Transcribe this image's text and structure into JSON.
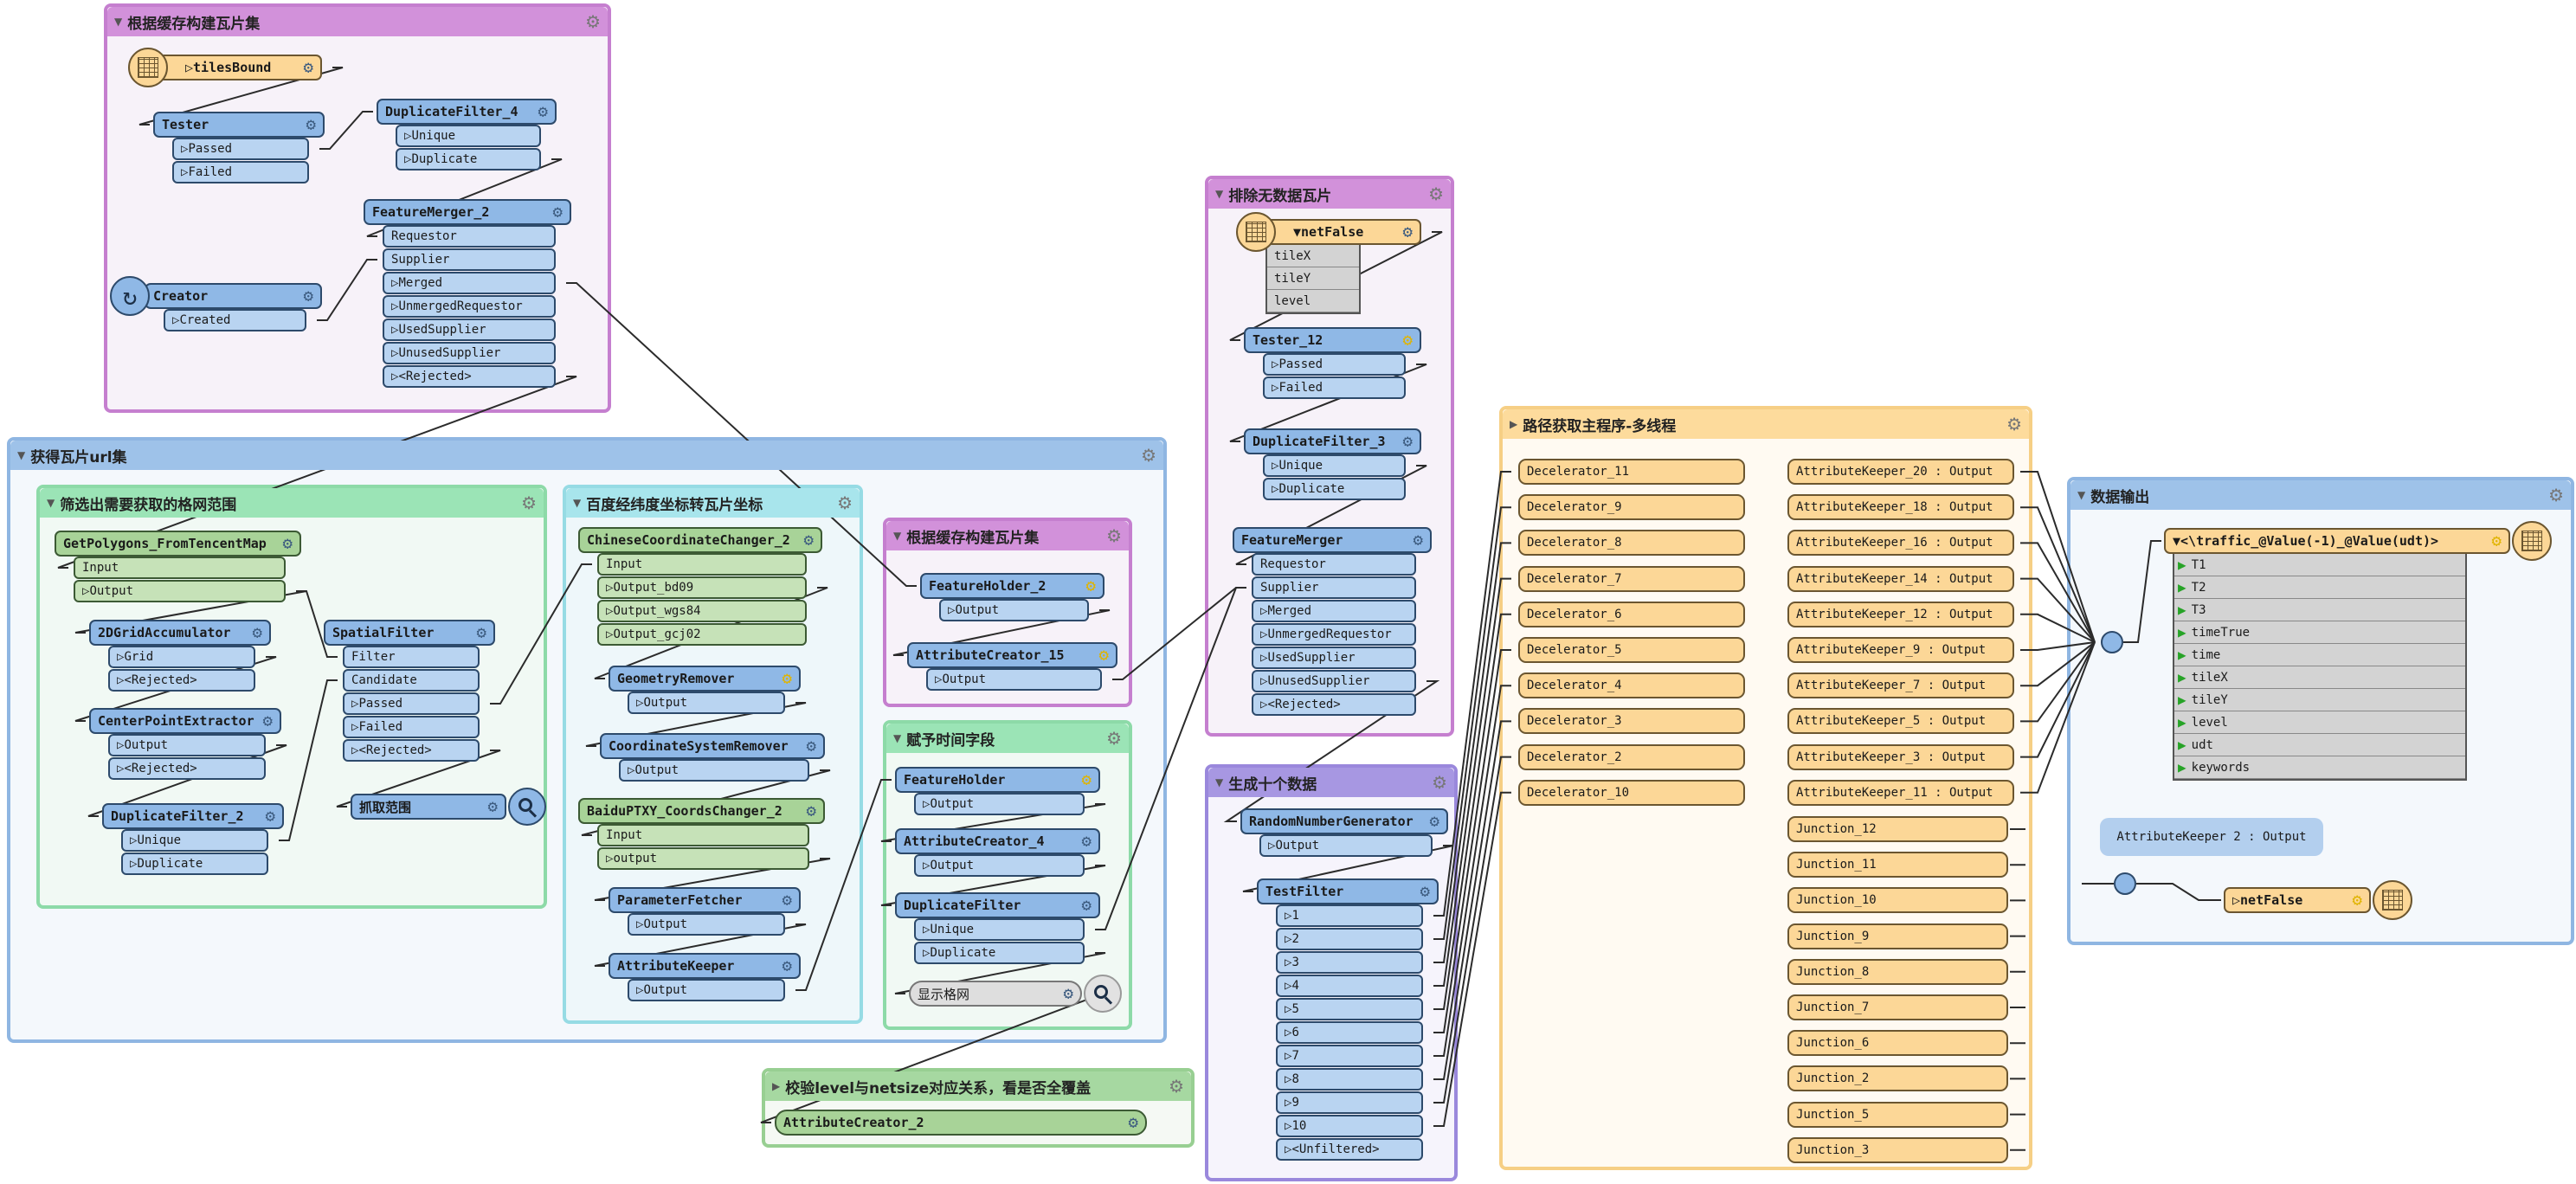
{
  "bookmarks": [
    {
      "title": "根据缓存构建瓦片集",
      "header": "#d291da",
      "border": "#c57fcf",
      "body": "#f7f2f9",
      "expanded": true
    },
    {
      "title": "获得瓦片url集",
      "header": "#9ec2e9",
      "border": "#8fb6e2",
      "body": "#f4f8fc",
      "expanded": true
    },
    {
      "title": "筛选出需要获取的格网范围",
      "header": "#9be4b6",
      "border": "#8ddaa8",
      "body": "#f1f9f4",
      "expanded": true
    },
    {
      "title": "百度经纬度坐标转瓦片坐标",
      "header": "#a8e5ec",
      "border": "#96dbe4",
      "body": "#eef7fa",
      "expanded": true
    },
    {
      "title": "根据缓存构建瓦片集",
      "header": "#d291da",
      "border": "#c57fcf",
      "body": "#f7f2f9",
      "expanded": true
    },
    {
      "title": "赋予时间字段",
      "header": "#9be4b6",
      "border": "#8ddaa8",
      "body": "#f1f9f4",
      "expanded": true
    },
    {
      "title": "校验level与netsize对应关系，看是否全覆盖",
      "header": "#a6d8a1",
      "border": "#98cf92",
      "body": "#f5f9f4",
      "expanded": false
    },
    {
      "title": "排除无数据瓦片",
      "header": "#d291da",
      "border": "#c57fcf",
      "body": "#f7f2f9",
      "expanded": true
    },
    {
      "title": "生成十个数据",
      "header": "#a797e2",
      "border": "#9a88dc",
      "body": "#f6f4fc",
      "expanded": true
    },
    {
      "title": "路径获取主程序-多线程",
      "header": "#fddb9c",
      "border": "#f6cf85",
      "body": "#fffaf2",
      "expanded": false
    },
    {
      "title": "数据输出",
      "header": "#9ec2e9",
      "border": "#8fb6e2",
      "body": "#f4f8fc",
      "expanded": true
    }
  ],
  "transformers": [
    {
      "name": "tilesBound",
      "kind": "reader",
      "ports": []
    },
    {
      "name": "Tester",
      "kind": "blue",
      "ports": [
        {
          "label": "Passed",
          "dir": "out"
        },
        {
          "label": "Failed",
          "dir": "out"
        }
      ]
    },
    {
      "name": "DuplicateFilter_4",
      "kind": "blue",
      "ports": [
        {
          "label": "Unique",
          "dir": "out"
        },
        {
          "label": "Duplicate",
          "dir": "out"
        }
      ]
    },
    {
      "name": "FeatureMerger_2",
      "kind": "blue",
      "ports": [
        {
          "label": "Requestor",
          "dir": "in"
        },
        {
          "label": "Supplier",
          "dir": "in"
        },
        {
          "label": "Merged",
          "dir": "out"
        },
        {
          "label": "UnmergedRequestor",
          "dir": "out"
        },
        {
          "label": "UsedSupplier",
          "dir": "out"
        },
        {
          "label": "UnusedSupplier",
          "dir": "out"
        },
        {
          "label": "<Rejected>",
          "dir": "out"
        }
      ]
    },
    {
      "name": "Creator",
      "kind": "creator",
      "ports": [
        {
          "label": "Created",
          "dir": "out"
        }
      ]
    },
    {
      "name": "GetPolygons_FromTencentMap",
      "kind": "green",
      "ports": [
        {
          "label": "Input",
          "dir": "in"
        },
        {
          "label": "Output",
          "dir": "out"
        }
      ]
    },
    {
      "name": "2DGridAccumulator",
      "kind": "blue",
      "ports": [
        {
          "label": "Grid",
          "dir": "out"
        },
        {
          "label": "<Rejected>",
          "dir": "out"
        }
      ]
    },
    {
      "name": "CenterPointExtractor",
      "kind": "blue",
      "ports": [
        {
          "label": "Output",
          "dir": "out"
        },
        {
          "label": "<Rejected>",
          "dir": "out"
        }
      ]
    },
    {
      "name": "DuplicateFilter_2",
      "kind": "blue",
      "ports": [
        {
          "label": "Unique",
          "dir": "out"
        },
        {
          "label": "Duplicate",
          "dir": "out"
        }
      ]
    },
    {
      "name": "SpatialFilter",
      "kind": "blue",
      "ports": [
        {
          "label": "Filter",
          "dir": "in"
        },
        {
          "label": "Candidate",
          "dir": "in"
        },
        {
          "label": "Passed",
          "dir": "out"
        },
        {
          "label": "Failed",
          "dir": "out"
        },
        {
          "label": "<Rejected>",
          "dir": "out"
        }
      ]
    },
    {
      "name": "抓取范围",
      "kind": "inspector",
      "ports": []
    },
    {
      "name": "ChineseCoordinateChanger_2",
      "kind": "green",
      "ports": [
        {
          "label": "Input",
          "dir": "in"
        },
        {
          "label": "Output_bd09",
          "dir": "out"
        },
        {
          "label": "Output_wgs84",
          "dir": "out"
        },
        {
          "label": "Output_gcj02",
          "dir": "out"
        }
      ]
    },
    {
      "name": "GeometryRemover",
      "kind": "blue",
      "enabled_params": true,
      "ports": [
        {
          "label": "Output",
          "dir": "out"
        }
      ]
    },
    {
      "name": "CoordinateSystemRemover",
      "kind": "blue",
      "ports": [
        {
          "label": "Output",
          "dir": "out"
        }
      ]
    },
    {
      "name": "BaiduPTXY_CoordsChanger_2",
      "kind": "green",
      "ports": [
        {
          "label": "Input",
          "dir": "in"
        },
        {
          "label": "output",
          "dir": "out"
        }
      ]
    },
    {
      "name": "ParameterFetcher",
      "kind": "blue",
      "ports": [
        {
          "label": "Output",
          "dir": "out"
        }
      ]
    },
    {
      "name": "AttributeKeeper",
      "kind": "blue",
      "ports": [
        {
          "label": "Output",
          "dir": "out"
        }
      ]
    },
    {
      "name": "FeatureHolder_2",
      "kind": "blue",
      "enabled_params": true,
      "ports": [
        {
          "label": "Output",
          "dir": "out"
        }
      ]
    },
    {
      "name": "AttributeCreator_15",
      "kind": "blue",
      "enabled_params": true,
      "ports": [
        {
          "label": "Output",
          "dir": "out"
        }
      ]
    },
    {
      "name": "FeatureHolder",
      "kind": "blue",
      "enabled_params": true,
      "ports": [
        {
          "label": "Output",
          "dir": "out"
        }
      ]
    },
    {
      "name": "AttributeCreator_4",
      "kind": "blue",
      "ports": [
        {
          "label": "Output",
          "dir": "out"
        }
      ]
    },
    {
      "name": "DuplicateFilter",
      "kind": "blue",
      "ports": [
        {
          "label": "Unique",
          "dir": "out"
        },
        {
          "label": "Duplicate",
          "dir": "out"
        }
      ]
    },
    {
      "name": "显示格网",
      "kind": "inspector-disabled",
      "ports": []
    },
    {
      "name": "AttributeCreator_2",
      "kind": "green-collapsed",
      "ports": []
    },
    {
      "name": "netFalse",
      "kind": "reader",
      "attributes": [
        "tileX",
        "tileY",
        "level"
      ],
      "ports": []
    },
    {
      "name": "Tester_12",
      "kind": "blue",
      "enabled_params": true,
      "ports": [
        {
          "label": "Passed",
          "dir": "out"
        },
        {
          "label": "Failed",
          "dir": "out"
        }
      ]
    },
    {
      "name": "DuplicateFilter_3",
      "kind": "blue",
      "ports": [
        {
          "label": "Unique",
          "dir": "out"
        },
        {
          "label": "Duplicate",
          "dir": "out"
        }
      ]
    },
    {
      "name": "FeatureMerger",
      "kind": "blue",
      "ports": [
        {
          "label": "Requestor",
          "dir": "in"
        },
        {
          "label": "Supplier",
          "dir": "in"
        },
        {
          "label": "Merged",
          "dir": "out"
        },
        {
          "label": "UnmergedRequestor",
          "dir": "out"
        },
        {
          "label": "UsedSupplier",
          "dir": "out"
        },
        {
          "label": "UnusedSupplier",
          "dir": "out"
        },
        {
          "label": "<Rejected>",
          "dir": "out"
        }
      ]
    },
    {
      "name": "RandomNumberGenerator",
      "kind": "blue",
      "ports": [
        {
          "label": "Output",
          "dir": "out"
        }
      ]
    },
    {
      "name": "TestFilter",
      "kind": "blue",
      "ports": [
        {
          "label": "1",
          "dir": "out"
        },
        {
          "label": "2",
          "dir": "out"
        },
        {
          "label": "3",
          "dir": "out"
        },
        {
          "label": "4",
          "dir": "out"
        },
        {
          "label": "5",
          "dir": "out"
        },
        {
          "label": "6",
          "dir": "out"
        },
        {
          "label": "7",
          "dir": "out"
        },
        {
          "label": "8",
          "dir": "out"
        },
        {
          "label": "9",
          "dir": "out"
        },
        {
          "label": "10",
          "dir": "out"
        },
        {
          "label": "<Unfiltered>",
          "dir": "out"
        }
      ]
    },
    {
      "name": "<\\traffic_@Value(-1)_@Value(udt)>",
      "kind": "writer",
      "attributes": [
        "T1",
        "T2",
        "T3",
        "timeTrue",
        "time",
        "tileX",
        "tileY",
        "level",
        "udt",
        "keywords"
      ],
      "enabled_params": true,
      "ports": []
    },
    {
      "name": "netFalse",
      "kind": "writer",
      "enabled_params": true,
      "ports": []
    }
  ],
  "multithread_bookmark": {
    "inputs": [
      "Decelerator_11",
      "Decelerator_9",
      "Decelerator_8",
      "Decelerator_7",
      "Decelerator_6",
      "Decelerator_5",
      "Decelerator_4",
      "Decelerator_3",
      "Decelerator_2",
      "Decelerator_10"
    ],
    "outputs": [
      "AttributeKeeper_20 : Output",
      "AttributeKeeper_18 : Output",
      "AttributeKeeper_16 : Output",
      "AttributeKeeper_14 : Output",
      "AttributeKeeper_12 : Output",
      "AttributeKeeper_9 : Output",
      "AttributeKeeper_7 : Output",
      "AttributeKeeper_5 : Output",
      "AttributeKeeper_3 : Output",
      "AttributeKeeper_11 : Output"
    ],
    "junctions": [
      "Junction_12",
      "Junction_11",
      "Junction_10",
      "Junction_9",
      "Junction_8",
      "Junction_7",
      "Junction_6",
      "Junction_2",
      "Junction_5",
      "Junction_3"
    ]
  },
  "annotation": {
    "text": "AttributeKeeper 2 : Output"
  },
  "colors": {
    "transformer": "#8fb8e6",
    "port": "#b9d4f1",
    "custom_transformer": "#a8d398",
    "reader_writer": "#fcd797",
    "link": "#2b2b2b"
  }
}
